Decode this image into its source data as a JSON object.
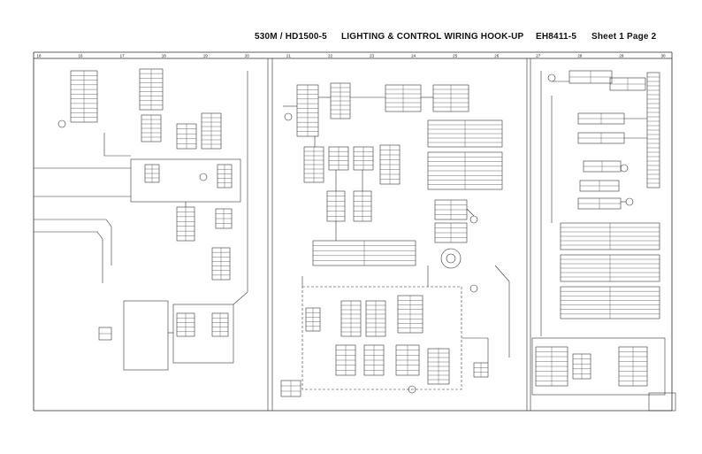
{
  "title_block": {
    "model": "530M / HD1500-5",
    "description": "LIGHTING & CONTROL WIRING HOOK-UP",
    "drawing_number": "EH8411-5",
    "sheet": "Sheet 1 Page 2"
  },
  "grid_labels": [
    "18",
    "16",
    "17",
    "18",
    "19",
    "20",
    "21",
    "22",
    "23",
    "24",
    "25",
    "26",
    "27",
    "28",
    "29",
    "30"
  ],
  "colors": {
    "line": "#2a2a2a",
    "text": "#111111",
    "background": "#ffffff"
  }
}
